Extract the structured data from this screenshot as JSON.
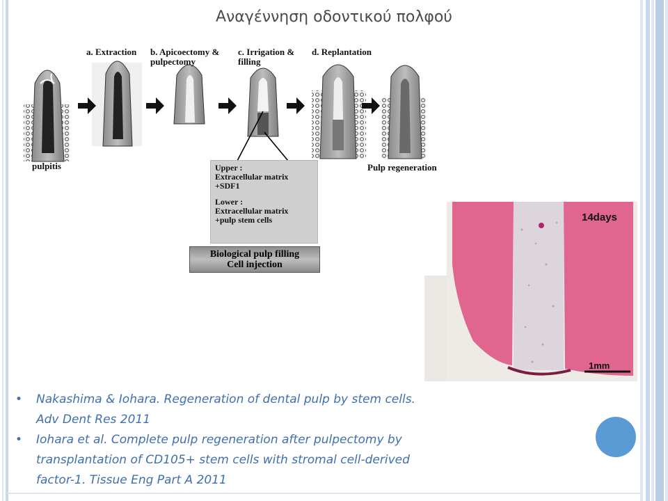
{
  "slide": {
    "title": "Αναγέννηση οδοντικού πολφού"
  },
  "diagram": {
    "steps": [
      {
        "line1": "a. Extraction",
        "line2": ""
      },
      {
        "line1": "b. Apicoectomy &",
        "line2": "pulpectomy"
      },
      {
        "line1": "c. Irrigation &",
        "line2": "filling"
      },
      {
        "line1": "d. Replantation",
        "line2": ""
      }
    ],
    "start_label": "pulpitis",
    "end_label": "Pulp regeneration",
    "infobox": {
      "upper_title": "Upper :",
      "upper_1": "Extracellular matrix",
      "upper_2": "+SDF1",
      "lower_title": "Lower :",
      "lower_1": "Extracellular matrix",
      "lower_2": "+pulp stem cells"
    },
    "filling_box": {
      "line1": "Biological pulp filling",
      "line2": "Cell injection"
    }
  },
  "histology": {
    "time_label": "14days",
    "scale_label": "1mm"
  },
  "references": [
    {
      "text": "Nakashima & Iohara. Regeneration of dental pulp by stem cells. Adv Dent Res 2011"
    },
    {
      "text": "Iohara et al. Complete pulp regeneration after pulpectomy by transplantation of CD105+ stem cells with stromal cell-derived factor-1. Tissue Eng Part A 2011"
    }
  ],
  "colors": {
    "accent": "#5b9bd5",
    "reference_text": "#3f6fb0",
    "frame": "#c9d7ea",
    "histology_pink": "#e0668f"
  }
}
